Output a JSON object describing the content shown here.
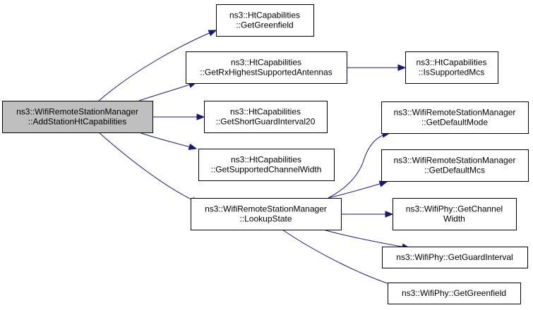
{
  "diagram": {
    "nodes": [
      {
        "id": "root",
        "lines": [
          "ns3::WifiRemoteStationManager",
          "::AddStationHtCapabilities"
        ]
      },
      {
        "id": "n_greenfield",
        "lines": [
          "ns3::HtCapabilities",
          "::GetGreenfield"
        ]
      },
      {
        "id": "n_rxhighest",
        "lines": [
          "ns3::HtCapabilities",
          "::GetRxHighestSupportedAntennas"
        ]
      },
      {
        "id": "n_issupported",
        "lines": [
          "ns3::HtCapabilities",
          "::IsSupportedMcs"
        ]
      },
      {
        "id": "n_shortguard",
        "lines": [
          "ns3::HtCapabilities",
          "::GetShortGuardInterval20"
        ]
      },
      {
        "id": "n_chanwidth",
        "lines": [
          "ns3::HtCapabilities",
          "::GetSupportedChannelWidth"
        ]
      },
      {
        "id": "n_lookup",
        "lines": [
          "ns3::WifiRemoteStationManager",
          "::LookupState"
        ]
      },
      {
        "id": "n_defmode",
        "lines": [
          "ns3::WifiRemoteStationManager",
          "::GetDefaultMode"
        ]
      },
      {
        "id": "n_defmcs",
        "lines": [
          "ns3::WifiRemoteStationManager",
          "::GetDefaultMcs"
        ]
      },
      {
        "id": "n_phychan",
        "lines": [
          "ns3::WifiPhy::GetChannel",
          "Width"
        ]
      },
      {
        "id": "n_phyguard",
        "lines": [
          "ns3::WifiPhy::GetGuardInterval"
        ]
      },
      {
        "id": "n_phygreen",
        "lines": [
          "ns3::WifiPhy::GetGreenfield"
        ]
      }
    ],
    "edges": [
      [
        "root",
        "n_greenfield"
      ],
      [
        "root",
        "n_rxhighest"
      ],
      [
        "root",
        "n_shortguard"
      ],
      [
        "root",
        "n_chanwidth"
      ],
      [
        "root",
        "n_lookup"
      ],
      [
        "n_rxhighest",
        "n_issupported"
      ],
      [
        "n_lookup",
        "n_defmode"
      ],
      [
        "n_lookup",
        "n_defmcs"
      ],
      [
        "n_lookup",
        "n_phychan"
      ],
      [
        "n_lookup",
        "n_phyguard"
      ],
      [
        "n_lookup",
        "n_phygreen"
      ]
    ],
    "colors": {
      "edge": "#191970",
      "root_fill": "#bfbfbf",
      "node_fill": "#ffffff",
      "border": "#000000"
    }
  }
}
